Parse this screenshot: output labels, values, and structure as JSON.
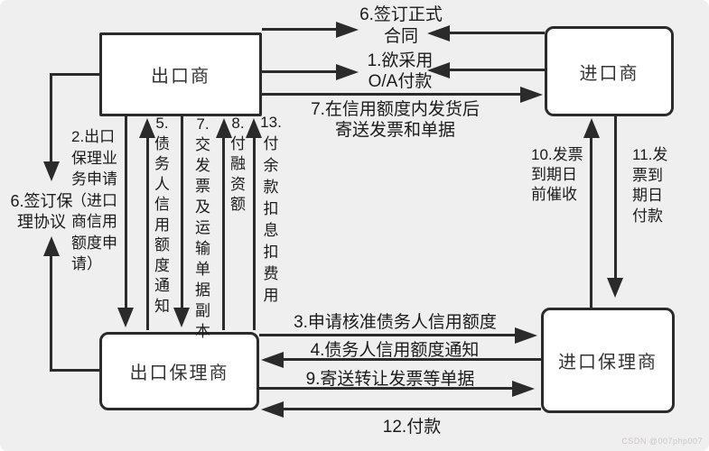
{
  "theme": {
    "background": "#efefef",
    "node_fill": "#ffffff",
    "line_color": "#2b2b2b",
    "text_color": "#1b1b1b",
    "watermark_color": "#cbc5c5"
  },
  "nodes": {
    "exporter": "出口商",
    "importer": "进口商",
    "export_factor": "出口保理商",
    "import_factor": "进口保理商"
  },
  "labels": {
    "sign_contract": "6.签订正式\n合同",
    "oa_payment": "1.欲采用\nO/A付款",
    "ship_goods": "7.在信用额度内发货后\n寄送发票和单据",
    "factoring_application": "2.出口\n保理业\n务申请\n（进口\n商信用\n额度申\n请）",
    "sign_agreement": "6.签订保\n理协议",
    "debtor_credit_notice_v": "5.\n债\n务\n人\n信\n用\n额\n度\n通\n知",
    "invoice_transport_copies": "7.\n交\n发\n票\n及\n运\n输\n单\n据\n副\n本",
    "pay_financing": "8.\n付\n融\n资\n额",
    "pay_balance": "13.\n付\n余\n款\n扣\n息\n扣\n费\n用",
    "collect_before_due": "10.发票\n到期日\n前催收",
    "pay_on_due": "11.发\n票到\n期日\n付款",
    "apply_credit_approval": "3.申请核准债务人信用额度",
    "credit_notice": "4.债务人信用额度通知",
    "send_assigned_invoices": "9.寄送转让发票等单据",
    "payment": "12.付款"
  },
  "edges": [
    {
      "label": "6.签订正式合同",
      "between": [
        "出口商",
        "进口商"
      ],
      "direction": "both"
    },
    {
      "label": "1.欲采用O/A付款",
      "between": [
        "出口商",
        "进口商"
      ],
      "direction": "both"
    },
    {
      "label": "7.在信用额度内发货后寄送发票和单据",
      "from": "出口商",
      "to": "进口商"
    },
    {
      "label": "2.出口保理业务申请（进口商信用额度申请）",
      "from": "出口商",
      "to": "出口保理商"
    },
    {
      "label": "6.签订保理协议",
      "between": [
        "出口商",
        "出口保理商"
      ],
      "direction": "both"
    },
    {
      "label": "5.债务人信用额度通知",
      "from": "出口保理商",
      "to": "出口商"
    },
    {
      "label": "7.交发票及运输单据副本",
      "from": "出口商",
      "to": "出口保理商"
    },
    {
      "label": "8.付融资额",
      "from": "出口保理商",
      "to": "出口商"
    },
    {
      "label": "13.付余款扣息扣费用",
      "from": "出口保理商",
      "to": "出口商"
    },
    {
      "label": "10.发票到期日前催收",
      "from": "进口保理商",
      "to": "进口商"
    },
    {
      "label": "11.发票到期日付款",
      "from": "进口商",
      "to": "进口保理商"
    },
    {
      "label": "3.申请核准债务人信用额度",
      "from": "出口保理商",
      "to": "进口保理商"
    },
    {
      "label": "4.债务人信用额度通知",
      "from": "进口保理商",
      "to": "出口保理商"
    },
    {
      "label": "9.寄送转让发票等单据",
      "from": "出口保理商",
      "to": "进口保理商"
    },
    {
      "label": "12.付款",
      "from": "进口保理商",
      "to": "出口保理商"
    }
  ],
  "meta": {
    "watermark": "CSDN @007php007"
  }
}
